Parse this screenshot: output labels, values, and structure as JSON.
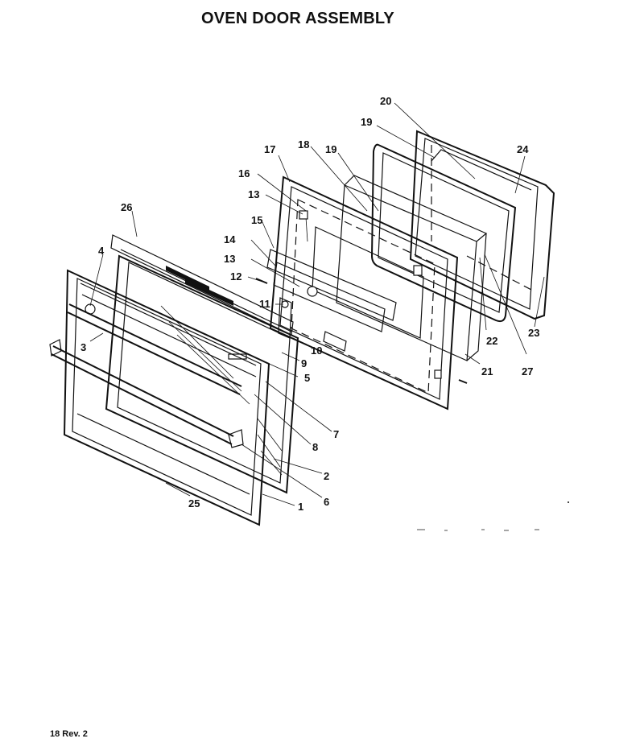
{
  "title": "OVEN DOOR ASSEMBLY",
  "footer": "18 Rev. 2",
  "callouts": [
    "1",
    "2",
    "3",
    "4",
    "5",
    "6",
    "7",
    "8",
    "9",
    "10",
    "11",
    "12",
    "13",
    "13",
    "14",
    "15",
    "16",
    "17",
    "18",
    "19",
    "19",
    "20",
    "21",
    "22",
    "23",
    "24",
    "25",
    "26",
    "27"
  ]
}
